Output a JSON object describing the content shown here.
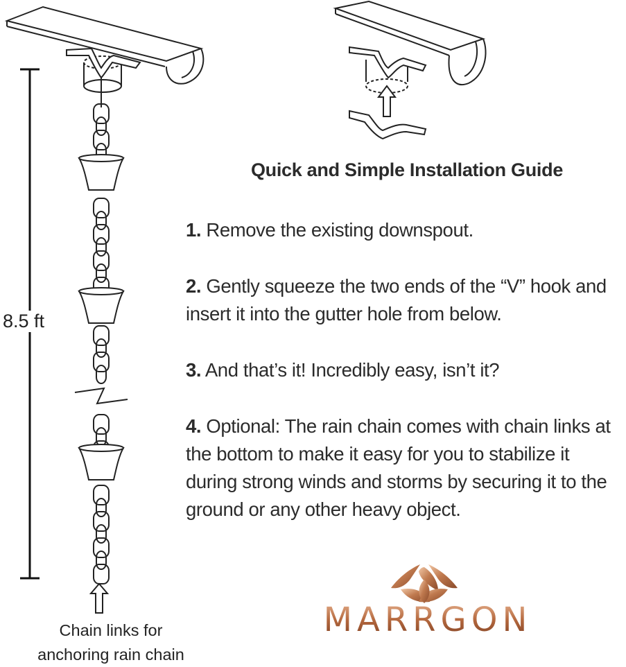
{
  "guide": {
    "title": "Quick and Simple Installation Guide",
    "steps": [
      {
        "number": "1.",
        "text": " Remove the existing downspout."
      },
      {
        "number": "2.",
        "text": " Gently squeeze the two ends of the “V” hook and insert it into the gutter hole from below."
      },
      {
        "number": "3.",
        "text": " And that’s it! Incredibly easy, isn’t it?"
      },
      {
        "number": "4.",
        "text": " Optional: The rain chain comes with chain links at the bottom to make it easy for you to stabilize it during strong winds and storms by securing it to the ground or any other heavy object."
      }
    ]
  },
  "measurement": {
    "length_label": "8.5 ft"
  },
  "anchor_caption": {
    "line1": "Chain links for",
    "line2": "anchoring rain chain"
  },
  "brand": {
    "name": "MARRGON",
    "color": "#b7714a"
  }
}
